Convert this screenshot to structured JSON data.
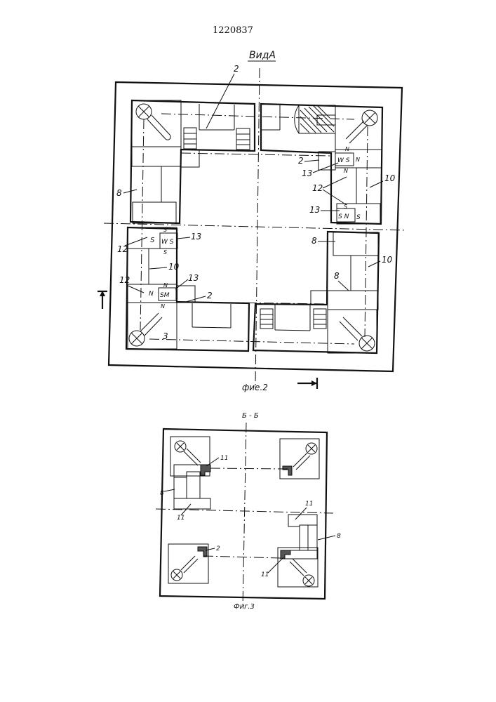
{
  "patent_number": "1220837",
  "view_title": "ВидА",
  "figure2": {
    "caption": "фие.2",
    "labels": {
      "top_2": "2",
      "left_8": "8",
      "right_10_top": "10",
      "right_10_mid": "10",
      "mid_2": "2",
      "mid_13_upper": "13",
      "mid_13_lower": "13",
      "mid_12": "12",
      "left_12_upper": "12",
      "left_13_upper": "13",
      "left_10": "10",
      "left_12_lower": "12",
      "left_13_lower": "13",
      "bottom_2": "2",
      "bottom_3": "3",
      "right_8_upper": "8",
      "right_8_lower": "8"
    },
    "magnet_letters": {
      "n": "N",
      "s": "S",
      "ws": "W S",
      "sn": "S N",
      "sm": "SM",
      "ns": "N S"
    }
  },
  "figure3": {
    "section_label": "Б - Б",
    "caption": "Фиг.3",
    "labels": {
      "top_11": "11",
      "left_8": "8",
      "left_11": "11",
      "right_11_upper": "11",
      "right_8": "8",
      "bottom_2": "2",
      "bottom_11": "11"
    }
  }
}
